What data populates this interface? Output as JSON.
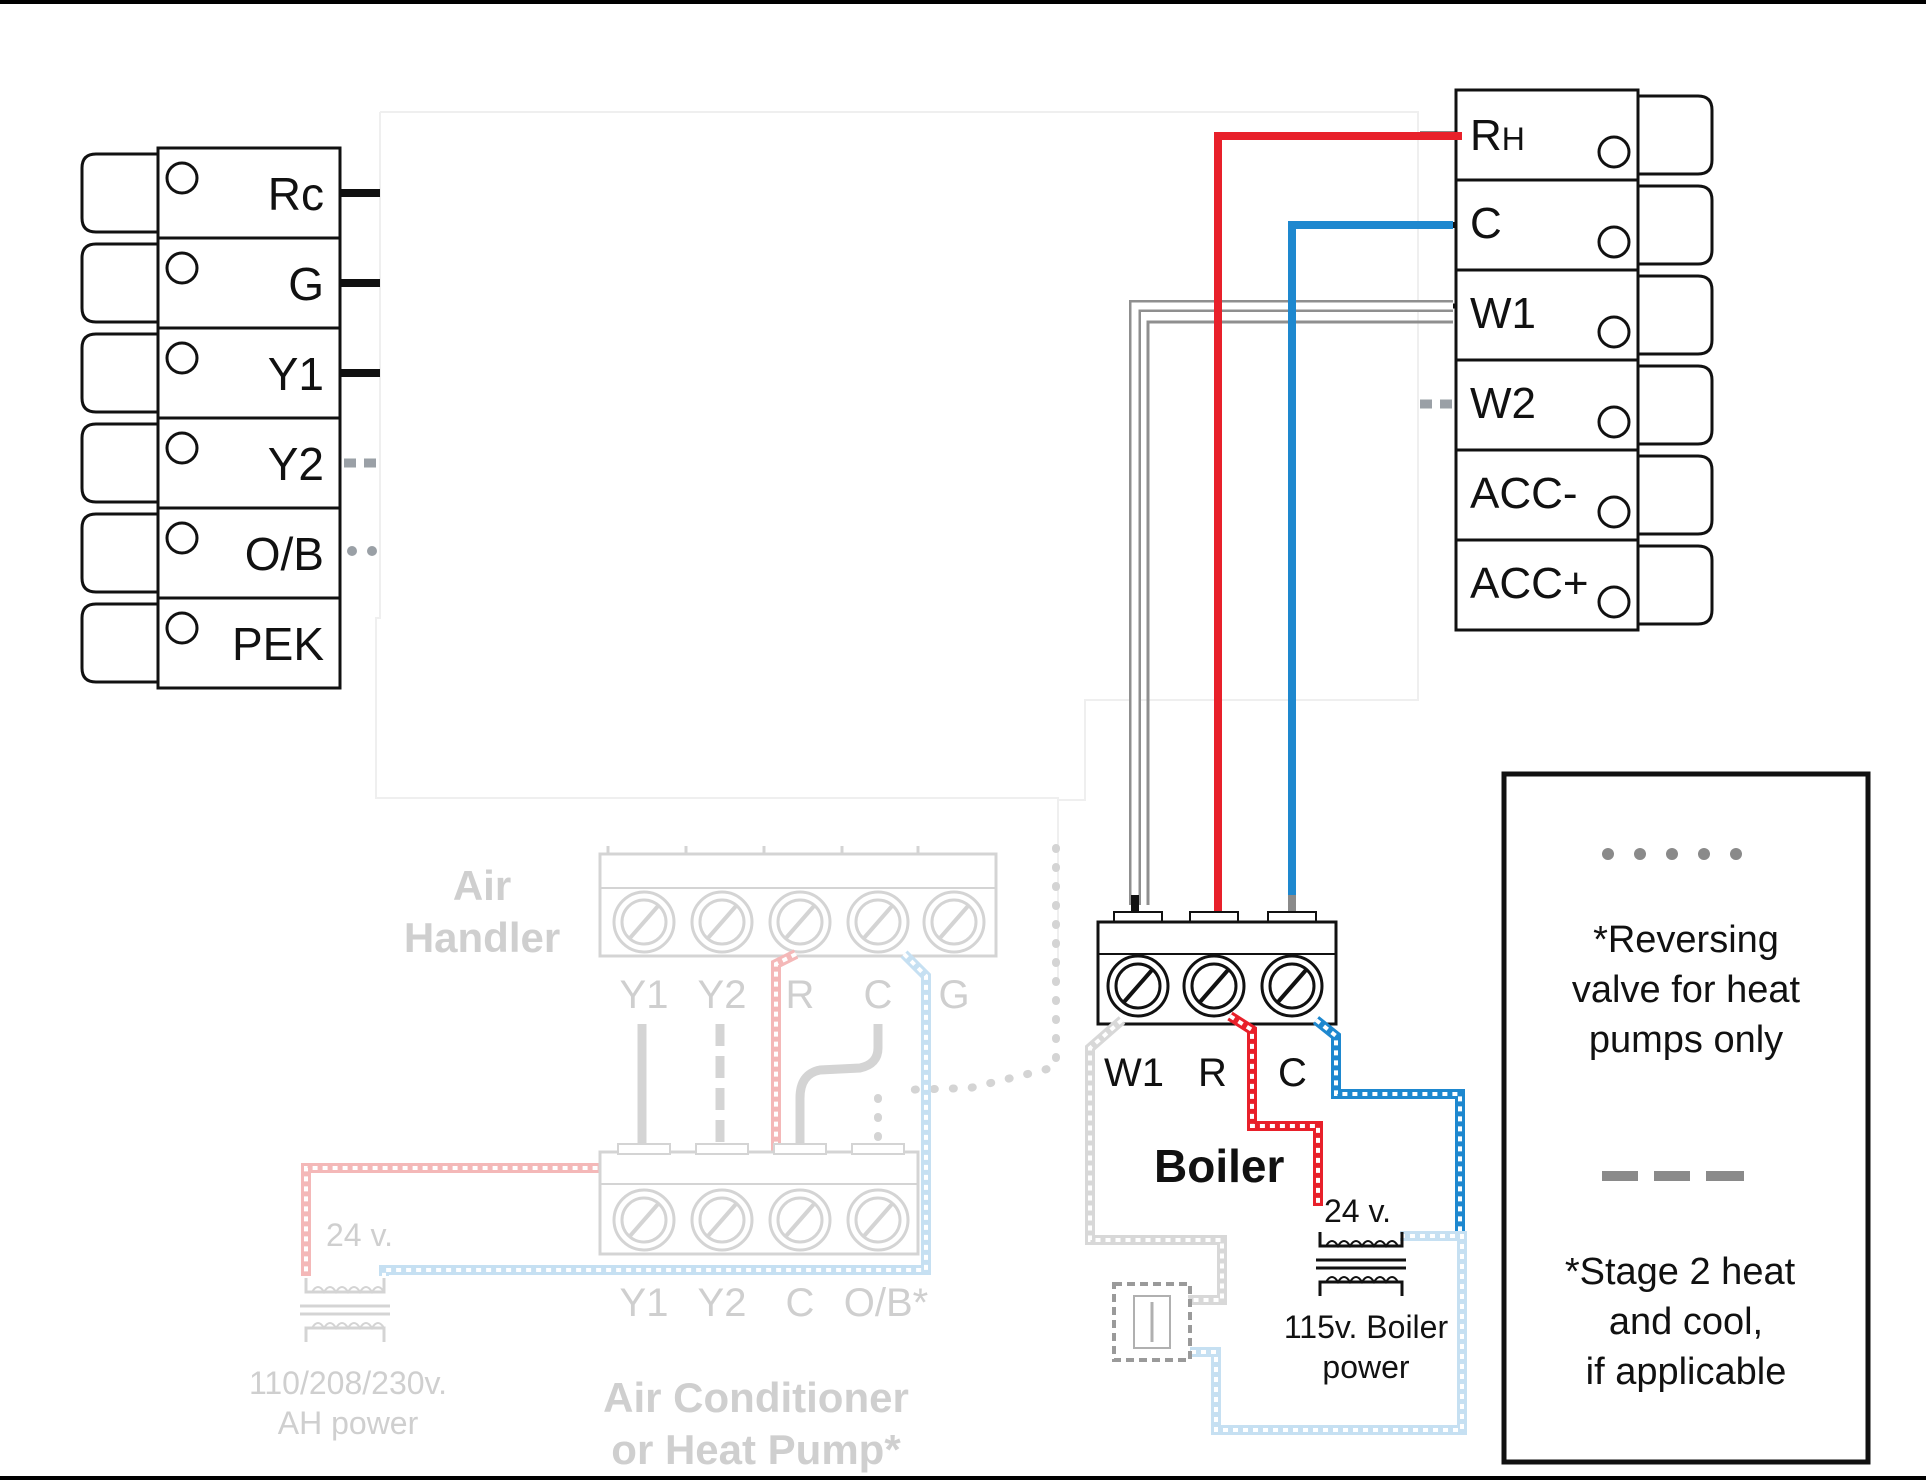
{
  "colors": {
    "red": "#e8202a",
    "blue": "#1e88cf",
    "wire_white": "#9a9a9a",
    "faded": "#d4d4d4",
    "faded_red": "#f4b8b8",
    "faded_blue": "#c6e0f2",
    "dotted": "#9aa0a6",
    "terminal_line": "#111111"
  },
  "left_terminals": [
    "Rc",
    "G",
    "Y1",
    "Y2",
    "O/B",
    "PEK"
  ],
  "right_terminals": {
    "rh_main": "R",
    "rh_sub": "H",
    "others": [
      "C",
      "W1",
      "W2",
      "ACC-",
      "ACC+"
    ]
  },
  "air_handler": {
    "title_line1": "Air",
    "title_line2": "Handler",
    "terminals": [
      "Y1",
      "Y2",
      "R",
      "C",
      "G"
    ]
  },
  "air_conditioner": {
    "title_line1": "Air Conditioner",
    "title_line2": "or Heat Pump*",
    "terminals": [
      "Y1",
      "Y2",
      "C",
      "O/B*"
    ]
  },
  "ah_transformer": {
    "voltage": "24 v.",
    "power_line1": "110/208/230v.",
    "power_line2": "AH power"
  },
  "boiler": {
    "title": "Boiler",
    "terminals": [
      "W1",
      "R",
      "C"
    ],
    "voltage": "24 v.",
    "power_line1": "115v. Boiler",
    "power_line2": "power"
  },
  "legend": {
    "dotted_note": [
      "*Reversing",
      "valve for heat",
      "pumps only"
    ],
    "dashed_note": [
      "*Stage 2 heat",
      "and cool,",
      "if applicable"
    ]
  }
}
